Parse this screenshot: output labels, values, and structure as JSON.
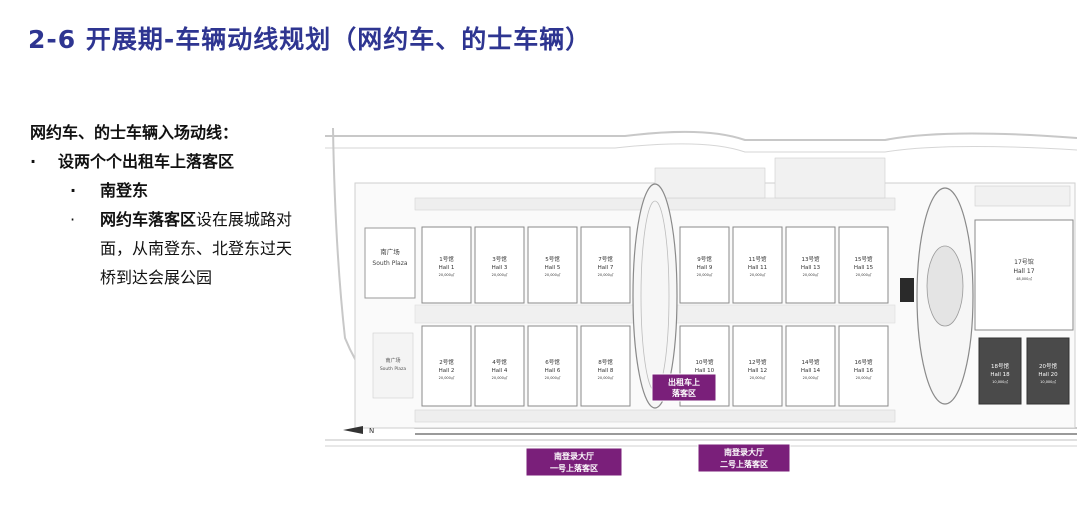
{
  "slide_title": "2-6 开展期-车辆动线规划（网约车、的士车辆）",
  "bullets": {
    "heading": "网约车、的士车辆入场动线：",
    "item1": "设两个个出租车上落客区",
    "bullet_char": "·",
    "sub1": "南登东",
    "sub2_bold": "网约车落客区",
    "sub2_rest": "设在展城路对",
    "sub2_line2": "面，从南登东、北登东过天",
    "sub2_line3": "桥到达会展公园"
  },
  "plan": {
    "south_plaza_cn": "南广场",
    "south_plaza_en": "South Plaza",
    "south_plaza2_cn": "南广场",
    "south_plaza2_en": "South Plaza",
    "compass_label": "N",
    "halls_top": [
      {
        "cn": "1号馆",
        "en": "Hall 1",
        "area": "20,000㎡"
      },
      {
        "cn": "3号馆",
        "en": "Hall 3",
        "area": "20,000㎡"
      },
      {
        "cn": "5号馆",
        "en": "Hall 5",
        "area": "20,000㎡"
      },
      {
        "cn": "7号馆",
        "en": "Hall 7",
        "area": "20,000㎡"
      },
      {
        "cn": "9号馆",
        "en": "Hall 9",
        "area": "20,000㎡"
      },
      {
        "cn": "11号馆",
        "en": "Hall 11",
        "area": "20,000㎡"
      },
      {
        "cn": "13号馆",
        "en": "Hall 13",
        "area": "20,000㎡"
      },
      {
        "cn": "15号馆",
        "en": "Hall 15",
        "area": "20,000㎡"
      }
    ],
    "halls_bottom": [
      {
        "cn": "2号馆",
        "en": "Hall 2",
        "area": "20,000㎡"
      },
      {
        "cn": "4号馆",
        "en": "Hall 4",
        "area": "20,000㎡"
      },
      {
        "cn": "6号馆",
        "en": "Hall 6",
        "area": "20,000㎡"
      },
      {
        "cn": "8号馆",
        "en": "Hall 8",
        "area": "20,000㎡"
      },
      {
        "cn": "10号馆",
        "en": "Hall 10",
        "area": "20,000㎡"
      },
      {
        "cn": "12号馆",
        "en": "Hall 12",
        "area": "20,000㎡"
      },
      {
        "cn": "14号馆",
        "en": "Hall 14",
        "area": "20,000㎡"
      },
      {
        "cn": "16号馆",
        "en": "Hall 16",
        "area": "20,000㎡"
      }
    ],
    "hall17": {
      "cn": "17号馆",
      "en": "Hall 17",
      "area": "48,000㎡"
    },
    "hall18": {
      "cn": "18号馆",
      "en": "Hall 18",
      "area": "10,000㎡"
    },
    "hall20": {
      "cn": "20号馆",
      "en": "Hall 20",
      "area": "10,000㎡"
    }
  },
  "tags": {
    "taxi_l1": "出租车上",
    "taxi_l2": "落客区",
    "south1_l1": "南登录大厅",
    "south1_l2": "一号上落客区",
    "south2_l1": "南登录大厅",
    "south2_l2": "二号上落客区"
  },
  "colors": {
    "title": "#2e3591",
    "tag": "#7a1f7a",
    "dark_hall": "#4a4a4a"
  }
}
